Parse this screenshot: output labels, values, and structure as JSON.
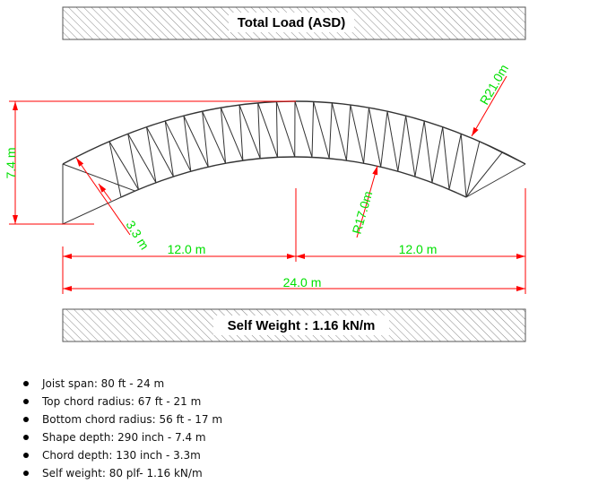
{
  "diagram": {
    "top_load_label": "Total Load (ASD)",
    "bottom_load_label": "Self Weight : 1.16 kN/m",
    "dimensions": {
      "shape_depth": "7.4 m",
      "chord_depth": "3.3 m",
      "top_radius": "R21.0m",
      "bottom_radius": "R17.0m",
      "half_span_left": "12.0 m",
      "half_span_right": "12.0 m",
      "total_span": "24.0 m"
    },
    "colors": {
      "dimension_line": "#ff0000",
      "dimension_text": "#00e000",
      "truss": "#333333"
    }
  },
  "specs": [
    {
      "text": "Joist span: 80 ft - 24 m"
    },
    {
      "text": "Top chord radius:  67 ft - 21 m"
    },
    {
      "text": "Bottom chord radius: 56 ft - 17 m"
    },
    {
      "text": "Shape depth: 290 inch - 7.4 m"
    },
    {
      "text": "Chord depth: 130 inch - 3.3m"
    },
    {
      "text": "Self weight: 80 plf- 1.16 kN/m"
    }
  ]
}
